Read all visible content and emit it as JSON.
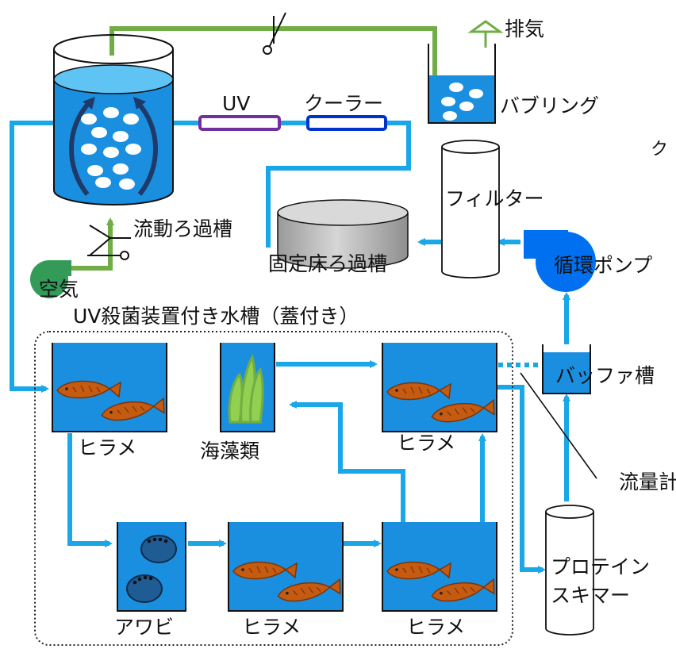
{
  "labels": {
    "exhaust": "排気",
    "bubbling": "バブリング",
    "uv": "UV",
    "cooler": "クーラー",
    "cooler_cut": "ク",
    "filter": "フィルター",
    "fluid_filter_tank": "流動ろ過槽",
    "fixed_bed_filter_tank": "固定床ろ過槽",
    "air": "空気",
    "circulation_pump": "循環ポンプ",
    "tank_area_title": "UV殺菌装置付き水槽（蓋付き）",
    "buffer_tank": "バッファ槽",
    "flow_meter": "流量計",
    "protein_skimmer_line1": "プロテイン",
    "protein_skimmer_line2": "スキマー",
    "seaweed": "海藻類",
    "abalone": "アワビ",
    "flounder": "ヒラメ"
  },
  "colors": {
    "water_pipe": "#1aa7e8",
    "air_pipe": "#70ad47",
    "tank_water": "#1a8fe0",
    "uv_box": "#7030a0",
    "cooler_box": "#0033cc",
    "fish": "#c55a11",
    "seaweed": "#70ad47",
    "abalone": "#1f4e79",
    "pump": "#0070f0",
    "filter_tank_grey": "#bfbfbf"
  }
}
